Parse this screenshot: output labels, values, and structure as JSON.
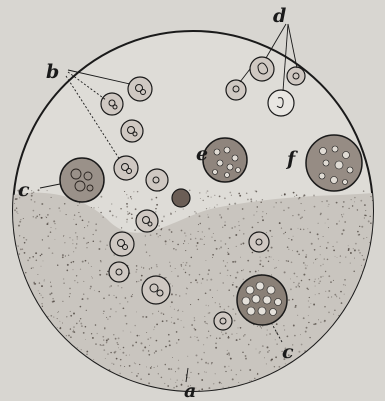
{
  "figure": {
    "labels": {
      "a": "a",
      "b": "b",
      "c_left": "c",
      "c_bottom": "c",
      "d": "d",
      "e": "e",
      "f": "f"
    },
    "colors": {
      "paper": "#d8d6d1",
      "field": "#dedcd7",
      "ink": "#1a1a1a",
      "cell_fill": "#cfc8c2",
      "granular_fill": "#9a9189"
    }
  }
}
